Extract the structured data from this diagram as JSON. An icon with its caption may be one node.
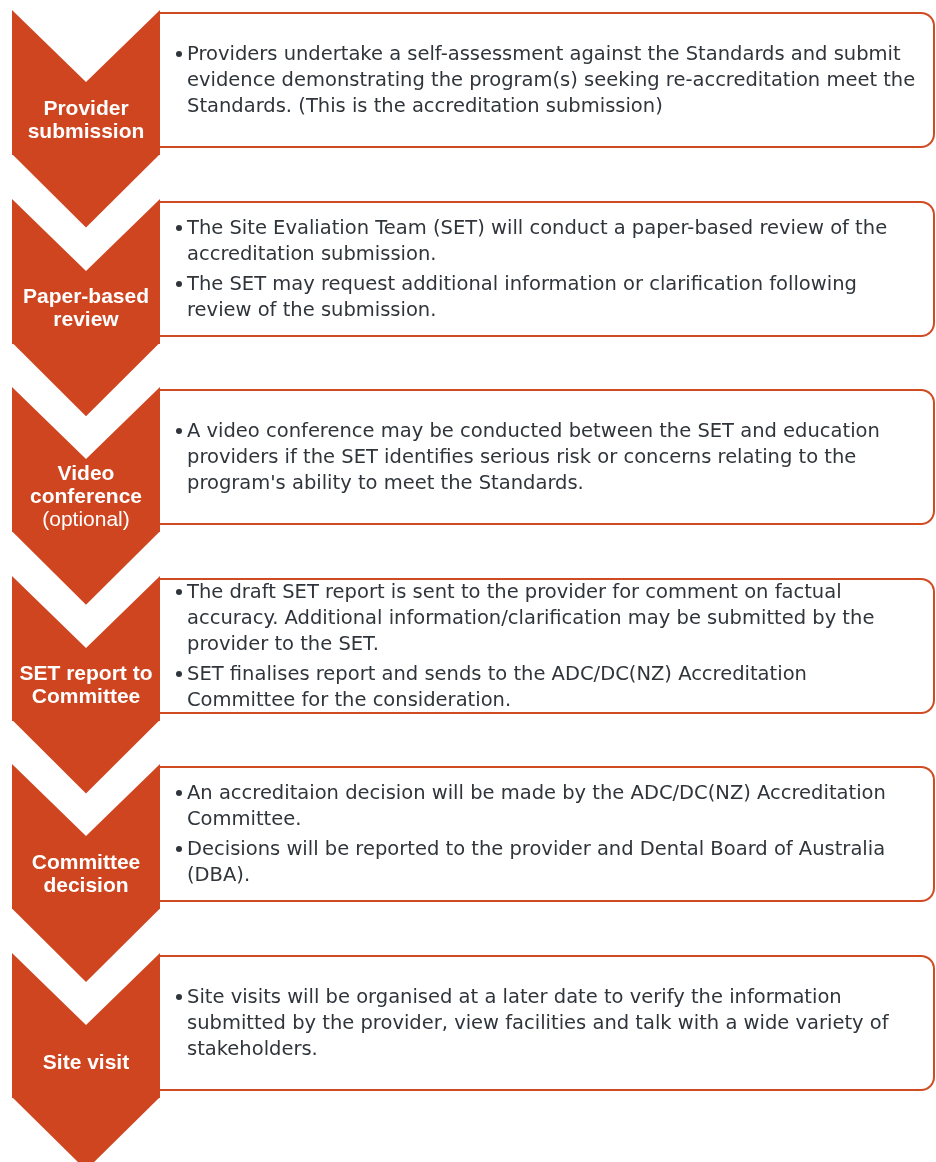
{
  "diagram": {
    "nodes": [
      {
        "text": [
          "Provider submission"
        ]
      },
      {
        "text": [
          "Providers undertake a self-assessment against the Standards and submit evidence demonstrating the program(s) seeking re-accreditation meet the Standards. (This is the accreditation submission)"
        ]
      },
      {
        "text": [
          "Paper-based review"
        ]
      },
      {
        "text": [
          "The Site Evaliation Team (SET) will conduct a paper-based review of the accreditation submission.",
          "The SET may request additional information or clarification following review of the submission."
        ]
      },
      {
        "text": [
          "Video conference",
          "(optional)"
        ]
      },
      {
        "text": [
          "A video conference may be conducted between the SET and education providers if the SET identifies serious risk or concerns relating to the program's ability to meet the Standards."
        ]
      },
      {
        "text": [
          "SET report to Committee"
        ]
      },
      {
        "text": [
          "The draft SET report is sent to the provider for comment on factual accuracy. Additional information/clarification may be submitted by the provider to the SET.",
          "SET finalises report and sends to the ADC/DC(NZ) Accreditation Committee for the consideration."
        ]
      },
      {
        "text": [
          "Committee decision"
        ]
      },
      {
        "text": [
          "An accreditaion decision will be made by the ADC/DC(NZ) Accreditation Committee.",
          "Decisions will be reported to the provider and Dental Board of Australia (DBA)."
        ]
      },
      {
        "text": [
          "Site visit"
        ]
      },
      {
        "text": [
          "Site visits will be organised at a later date to verify the information submitted by the provider, view facilities and talk with a wide variety of stakeholders."
        ]
      }
    ],
    "edges": [
      {
        "from": 0,
        "to": 2,
        "arrow": "to"
      },
      {
        "from": 2,
        "to": 4,
        "arrow": "to"
      },
      {
        "from": 4,
        "to": 6,
        "arrow": "to"
      },
      {
        "from": 6,
        "to": 8,
        "arrow": "to"
      },
      {
        "from": 8,
        "to": 10,
        "arrow": "to"
      },
      {
        "from": 10,
        "to": null,
        "arrow": "to"
      }
    ]
  }
}
